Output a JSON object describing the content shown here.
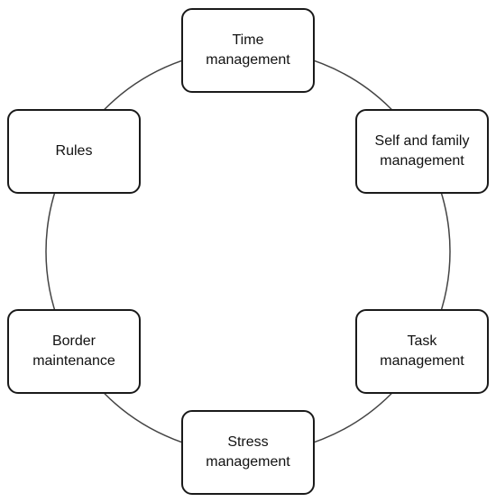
{
  "diagram": {
    "type": "cycle",
    "nodes": [
      {
        "id": "time",
        "lines": [
          "Time",
          "management"
        ]
      },
      {
        "id": "self",
        "lines": [
          "Self and family",
          "management"
        ]
      },
      {
        "id": "task",
        "lines": [
          "Task",
          "management"
        ]
      },
      {
        "id": "stress",
        "lines": [
          "Stress",
          "management"
        ]
      },
      {
        "id": "border",
        "lines": [
          "Border",
          "maintenance"
        ]
      },
      {
        "id": "rules",
        "lines": [
          "Rules"
        ]
      }
    ],
    "colors": {
      "stroke": "#1a1a1a",
      "circle": "#444444",
      "fill": "#ffffff",
      "text": "#111111"
    }
  }
}
